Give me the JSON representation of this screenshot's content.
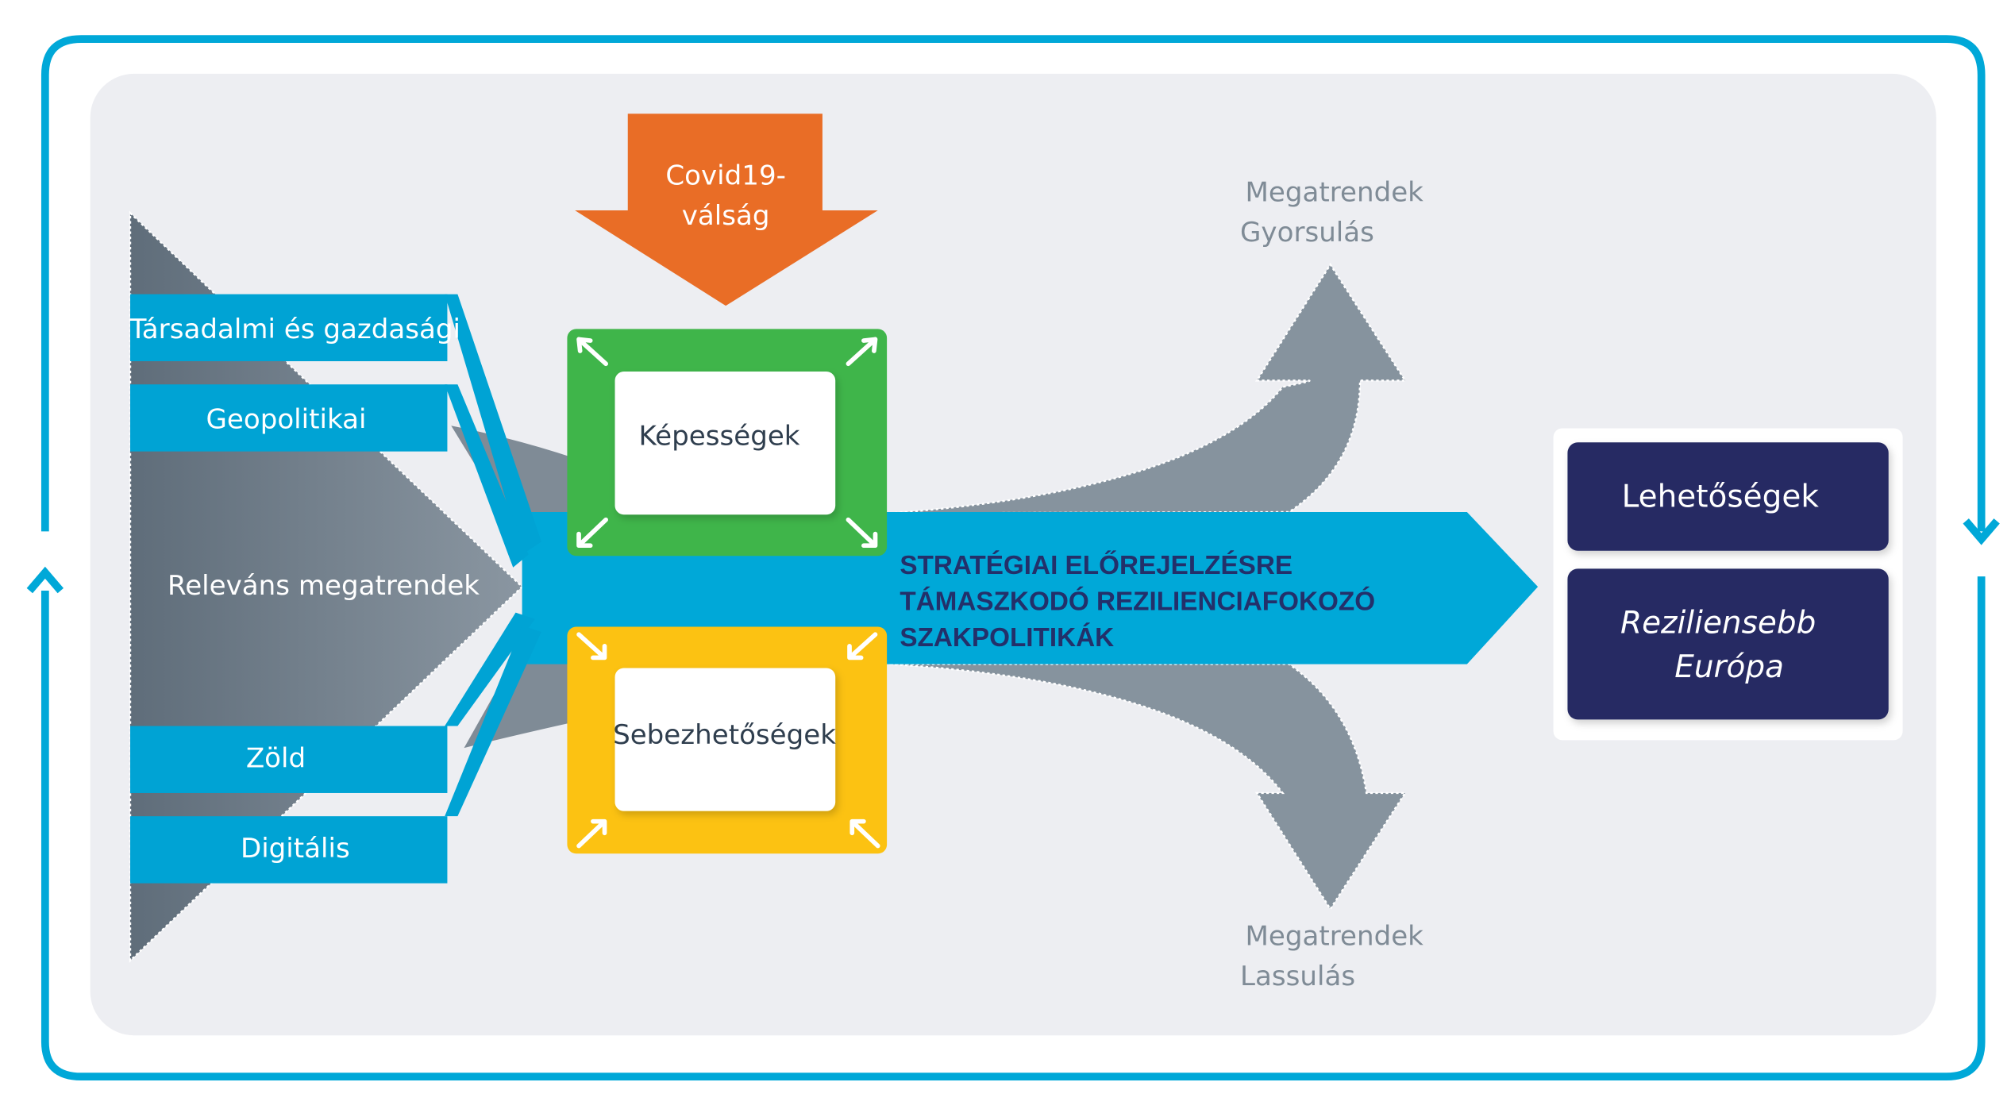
{
  "colors": {
    "cycle_border": "#00a8d8",
    "panel_bg": "#edeef2",
    "funnel_gray": "#6c7a86",
    "trend_blue": "#00a3d4",
    "covid_orange": "#e96d26",
    "capabilities_green": "#3fb54a",
    "vulnerabilities_yellow": "#fcc212",
    "outcome_navy": "#272c64",
    "policy_text": "#23306a",
    "megatrend_gray": "#86939e"
  },
  "funnel": {
    "relevant_label": "Releváns megatrendek",
    "categories": [
      {
        "label": "Társadalmi és gazdasági"
      },
      {
        "label": "Geopolitikai"
      },
      {
        "label": "Zöld"
      },
      {
        "label": "Digitális"
      }
    ]
  },
  "crisis": {
    "line1": "Covid19-",
    "line2": "válság"
  },
  "capabilities": {
    "label": "Képességek"
  },
  "vulnerabilities": {
    "label": "Sebezhetőségek"
  },
  "policy_arrow": {
    "lines": [
      "STRATÉGIAI ELŐREJELZÉSRE",
      "TÁMASZKODÓ REZILIENCIAFOKOZÓ",
      "SZAKPOLITIKÁK"
    ]
  },
  "megatrend_up": {
    "line1": "Megatrendek",
    "line2": "Gyorsulás"
  },
  "megatrend_down": {
    "line1": "Megatrendek",
    "line2": "Lassulás"
  },
  "outcomes": {
    "opportunities": "Lehetőségek",
    "resilient_line1": "Reziliensebb",
    "resilient_line2": "Európa"
  }
}
